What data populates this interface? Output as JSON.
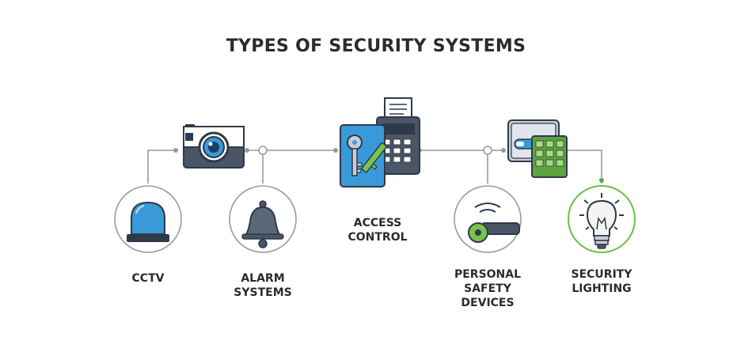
{
  "title": "TYPES OF SECURITY SYSTEMS",
  "nodes": [
    {
      "label": "CCTV",
      "icon": "dome-light-icon"
    },
    {
      "label": "ALARM\nSYSTEMS",
      "icon": "bell-icon"
    },
    {
      "label": "ACCESS\nCONTROL",
      "icon": "keycard-terminal-icon"
    },
    {
      "label": "PERSONAL\nSAFETY\nDEVICES",
      "icon": "whistle-icon"
    },
    {
      "label": "SECURITY\nLIGHTING",
      "icon": "light-bulb-icon"
    }
  ],
  "top_icons": [
    "camera-icon",
    "keycard-terminal-icon",
    "keypad-safe-icon"
  ],
  "colors": {
    "line": "#9a9a9a",
    "navy": "#2e3a4a",
    "blue": "#3a9ad9",
    "green": "#7cc24e",
    "green_dark": "#2f7d32",
    "circle_border": "#9a9a9a"
  }
}
